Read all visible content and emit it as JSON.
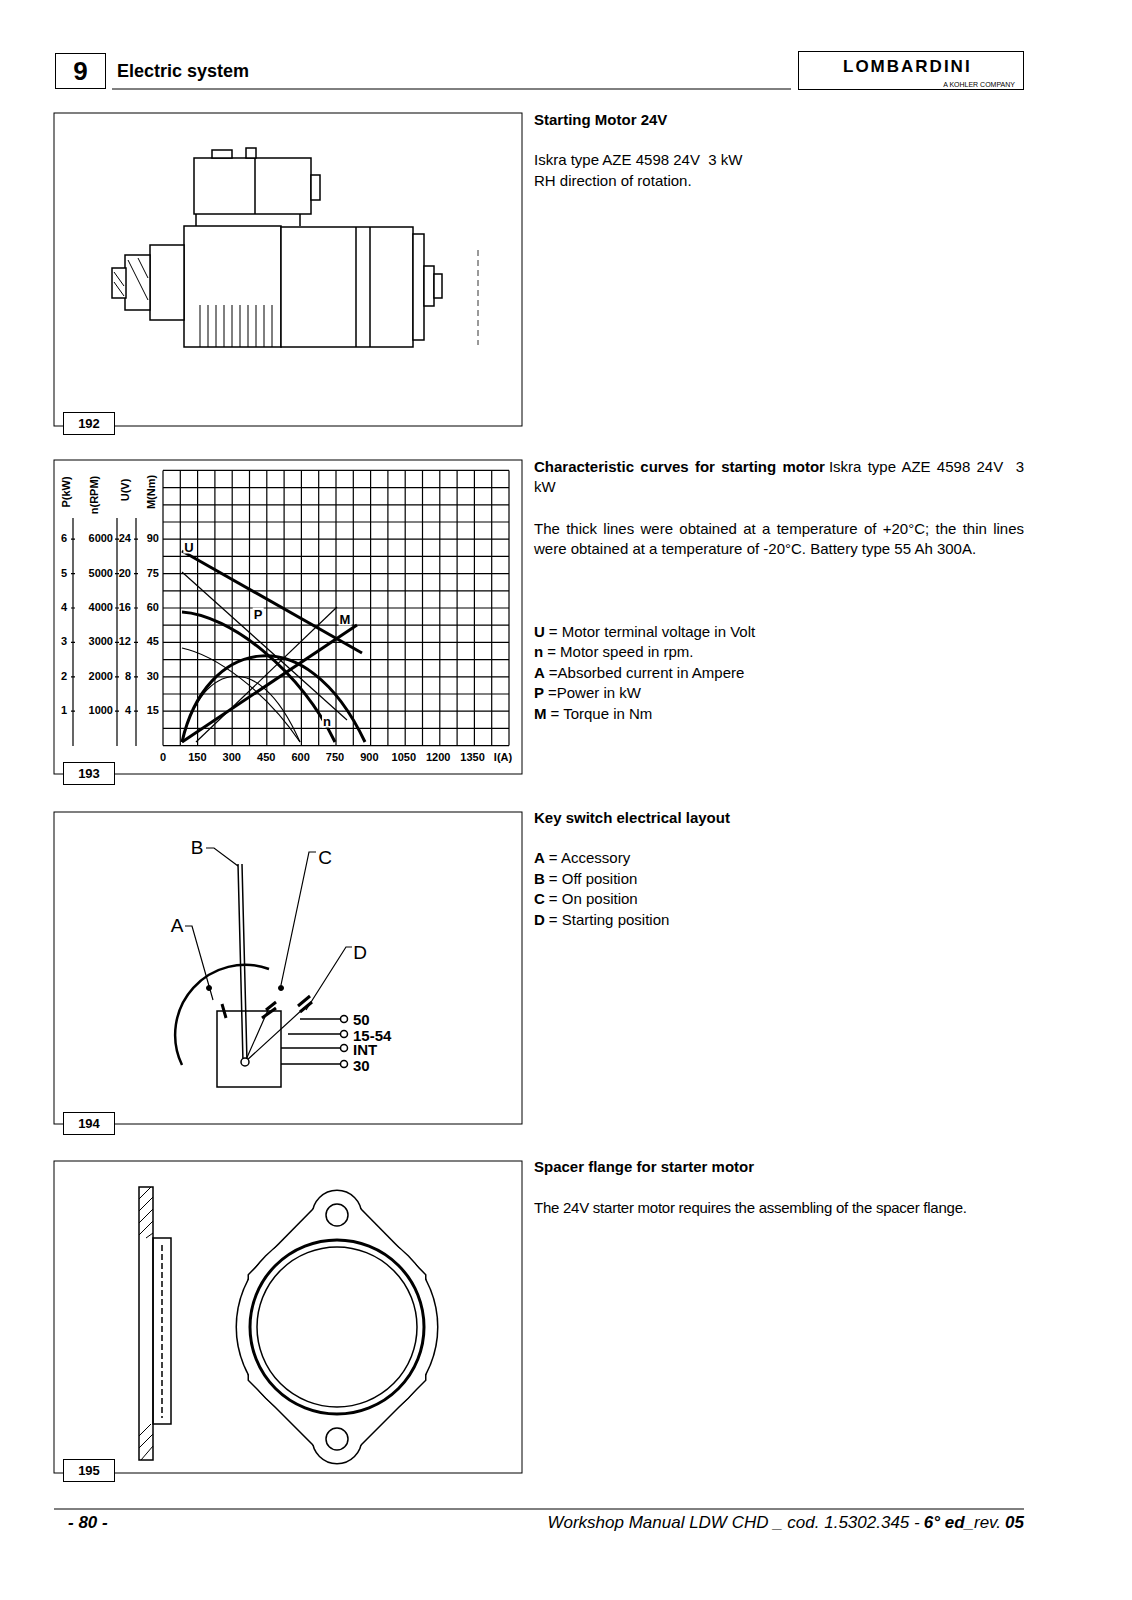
{
  "diagram": {
    "title": "Electric system",
    "nodes": [
      {
        "text": [
          "9"
        ]
      },
      {
        "text": [
          "LOMBARDINI",
          "A KOHLER COMPANY"
        ]
      },
      {
        "text": [
          "192"
        ]
      },
      {
        "text": [
          "193"
        ]
      },
      {
        "text": [
          "194"
        ]
      },
      {
        "text": [
          "195"
        ]
      }
    ],
    "labels": [
      "Starting Motor 24V",
      "Iskra type AZE 4598 24V  3 kW",
      "RH direction of rotation.",
      "P(kW)",
      "n(RPM)",
      "U(V)",
      "M(Nm)",
      "6",
      "6000",
      "24",
      "90",
      "5",
      "5000",
      "20",
      "75",
      "4",
      "4000",
      "16",
      "60",
      "3",
      "3000",
      "12",
      "45",
      "2",
      "2000",
      "8",
      "30",
      "1",
      "1000",
      "4",
      "15",
      "0",
      "150",
      "300",
      "450",
      "600",
      "750",
      "900",
      "1050",
      "1200",
      "1350",
      "I(A)",
      "U",
      "P",
      "M",
      "n",
      "Characteristic curves for starting motor",
      "Iskra type AZE 4598 24V  3 kW",
      "The thick lines were obtained at a temperature of +20°C; the thin lines were obtained at a temperature of -20°C. Battery type 55 Ah 300A.",
      "U",
      "= Motor terminal voltage in Volt",
      "n",
      "= Motor speed in rpm.",
      "A",
      "=Absorbed current in Ampere",
      "P",
      "=Power in kW",
      "M",
      "= Torque in Nm",
      "B",
      "C",
      "A",
      "D",
      "50",
      "15-54",
      "INT",
      "30",
      "Key switch electrical layout",
      "A",
      "= Accessory",
      "B",
      "= Off position",
      "C",
      "= On position",
      "D",
      "= Starting position",
      "Spacer flange for starter motor",
      "The 24V starter motor requires the assembling of the spacer flange.",
      "- 80 -",
      "Workshop Manual LDW CHD _ cod. 1.5302.345 -",
      "6° ed",
      "_rev.",
      "05"
    ]
  }
}
